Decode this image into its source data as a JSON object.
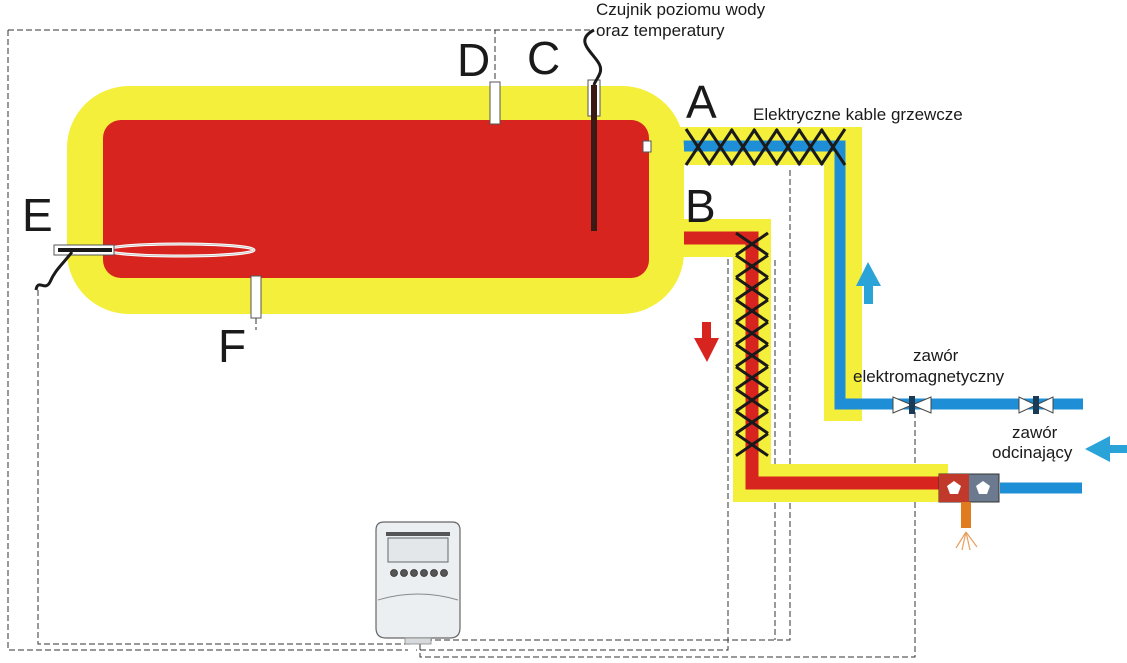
{
  "labels": {
    "A": "A",
    "B": "B",
    "C": "C",
    "D": "D",
    "E": "E",
    "F": "F"
  },
  "annotations": {
    "sensor_line1": "Czujnik poziomu wody",
    "sensor_line2": "oraz temperatury",
    "heating_cables": "Elektryczne kable grzewcze",
    "solenoid_valve_line1": "zawór",
    "solenoid_valve_line2": "elektromagnetyczny",
    "shutoff_valve_line1": "zawór",
    "shutoff_valve_line2": "odcinający"
  },
  "colors": {
    "tank_red": "#d8241f",
    "insulation_yellow": "#f4ef3a",
    "cold_water_blue": "#1e8fd6",
    "arrow_blue": "#2aa3d8",
    "arrow_red": "#d8241f",
    "controller_gray": "#e8ecef"
  },
  "icons": [
    "up-arrow-icon",
    "down-arrow-icon",
    "inflow-arrow-icon",
    "valve-icon",
    "drip-icon"
  ]
}
